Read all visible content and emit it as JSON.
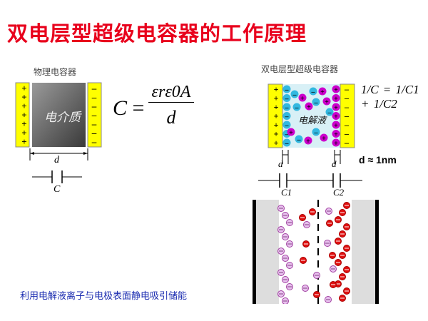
{
  "title": "双电层型超级电容器的工作原理",
  "physical": {
    "label": "物理电容器",
    "dielectric": "电介质",
    "distance": "d",
    "capacitor": "C",
    "formula": {
      "lhs": "C",
      "numerator": "εrε0A",
      "denominator": "d"
    }
  },
  "edlc": {
    "label": "双电层型超级电容器",
    "electrolyte": "电解液",
    "distance_left": "d",
    "distance_right": "d",
    "c1": "C1",
    "c2": "C2",
    "distance_note": "d ≈ 1nm",
    "formula": "1/C = 1/C1 + 1/C2"
  },
  "caption": "利用电解液离子与电极表面静电吸引储能",
  "colors": {
    "title": "#e8001c",
    "plate": "#ffff00",
    "anion": "#33b8e0",
    "cation": "#cc00cc",
    "caption": "#1a2bb0"
  }
}
